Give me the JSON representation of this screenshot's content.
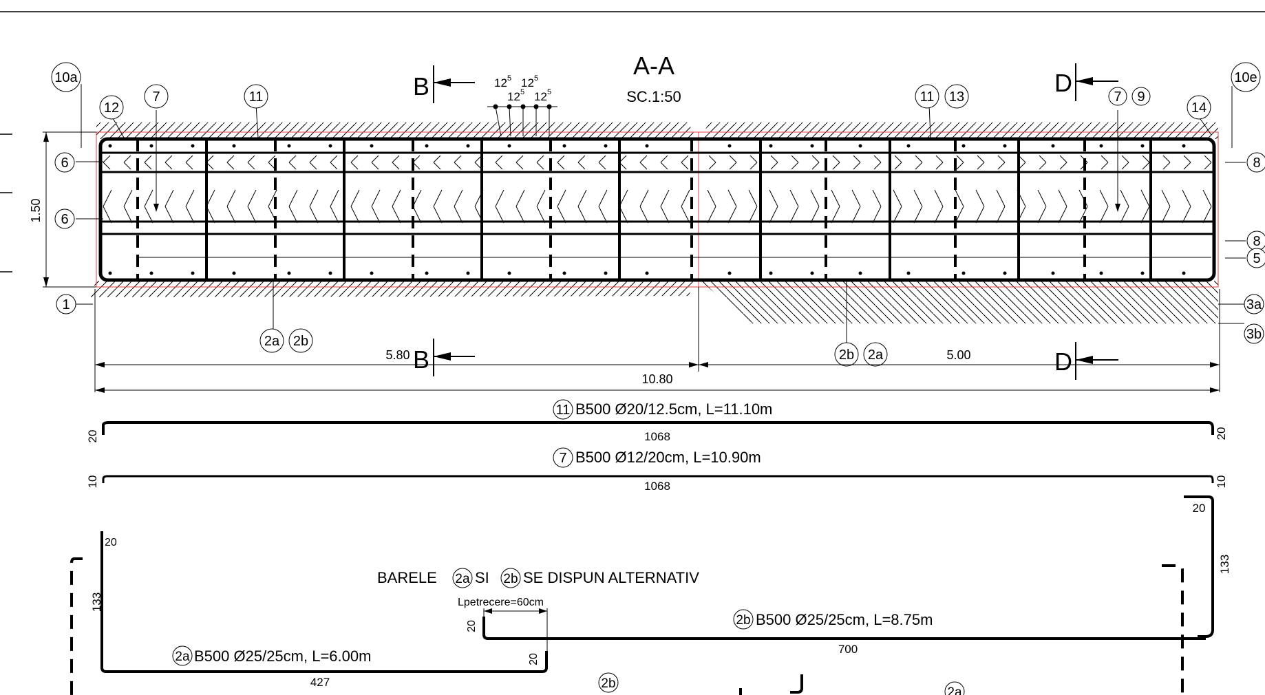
{
  "title": "A-A",
  "scale": "SC.1:50",
  "section_markers": {
    "left": "B",
    "right": "D"
  },
  "spacing_labels": [
    "12",
    "5",
    "12",
    "5",
    "12",
    "5",
    "12",
    "5"
  ],
  "circle_labels": {
    "c10a": "10a",
    "c10e": "10e",
    "c12": "12",
    "c7": "7",
    "c11": "11",
    "c11r": "11",
    "c13": "13",
    "c7r": "7",
    "c9": "9",
    "c14": "14",
    "c6a": "6",
    "c6b": "6",
    "c1": "1",
    "c8a": "8",
    "c8b": "8",
    "c5": "5",
    "c3a": "3a",
    "c3b": "3b",
    "c2a": "2a",
    "c2b": "2b",
    "c2br": "2b",
    "c2ar": "2a",
    "n2a": "2a",
    "n2b": "2b",
    "n2b_lbl": "2b",
    "n2a_lbl": "2a",
    "n2b_low": "2b",
    "n2a_low": "2a"
  },
  "dims": {
    "height": "1.50",
    "left": "5.80",
    "right": "5.00",
    "total": "10.80"
  },
  "bars": {
    "b11": {
      "mark": "11",
      "text": "B500 Ø20/12.5cm, L=11.10m",
      "length": "1068",
      "hook": "20"
    },
    "b7": {
      "mark": "7",
      "text": "B500 Ø12/20cm, L=10.90m",
      "length": "1068",
      "hook": "10"
    },
    "b2a": {
      "mark": "2a",
      "text": "B500 Ø25/25cm, L=6.00m",
      "length": "427",
      "leg": "133",
      "hook": "20",
      "end": "20"
    },
    "b2b": {
      "mark": "2b",
      "text": "B500 Ø25/25cm, L=8.75m",
      "length": "700",
      "leg": "133",
      "hook": "20",
      "start": "20"
    }
  },
  "note": {
    "pre": "BARELE",
    "mid": "SI",
    "post": "SE DISPUN ALTERNATIV"
  },
  "lap": "Lpetrecere=60cm"
}
